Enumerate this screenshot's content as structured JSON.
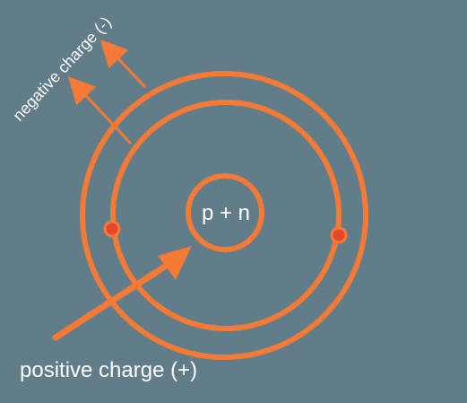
{
  "diagram": {
    "nucleus_label": "p + n",
    "negative_label": "negative charge (-)",
    "positive_label": "positive charge (+)",
    "colors": {
      "background": "#617d89",
      "orbit": "#f47a35",
      "electron": "#e8452f",
      "text": "#ffffff"
    }
  }
}
